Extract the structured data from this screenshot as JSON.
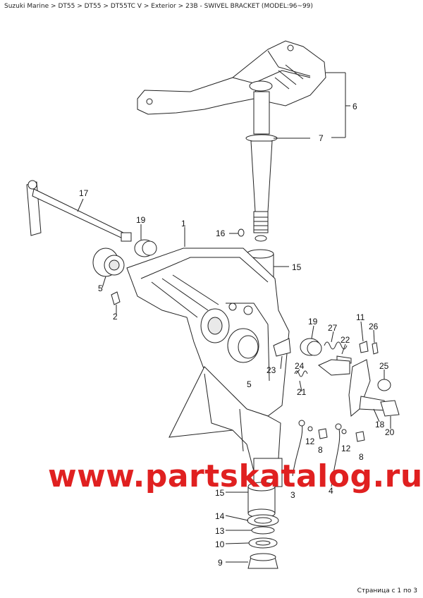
{
  "breadcrumb": {
    "items": [
      "Suzuki Marine",
      "DT55",
      "DT55",
      "DT55TC V",
      "Exterior",
      "23B - SWIVEL BRACKET (MODEL:96~99)"
    ],
    "separator": ">"
  },
  "callouts": {
    "c1": "1",
    "c2": "2",
    "c3": "3",
    "c4": "4",
    "c5a": "5",
    "c5b": "5",
    "c6": "6",
    "c7": "7",
    "c8a": "8",
    "c8b": "8",
    "c9": "9",
    "c10": "10",
    "c11": "11",
    "c12a": "12",
    "c12b": "12",
    "c13": "13",
    "c14": "14",
    "c15a": "15",
    "c15b": "15",
    "c16": "16",
    "c17": "17",
    "c18": "18",
    "c19a": "19",
    "c19b": "19",
    "c20": "20",
    "c21": "21",
    "c22": "22",
    "c23": "23",
    "c24": "24",
    "c25": "25",
    "c26": "26",
    "c27": "27"
  },
  "watermark": "www.partskatalog.ru",
  "pager": "Страница с 1 по 3"
}
